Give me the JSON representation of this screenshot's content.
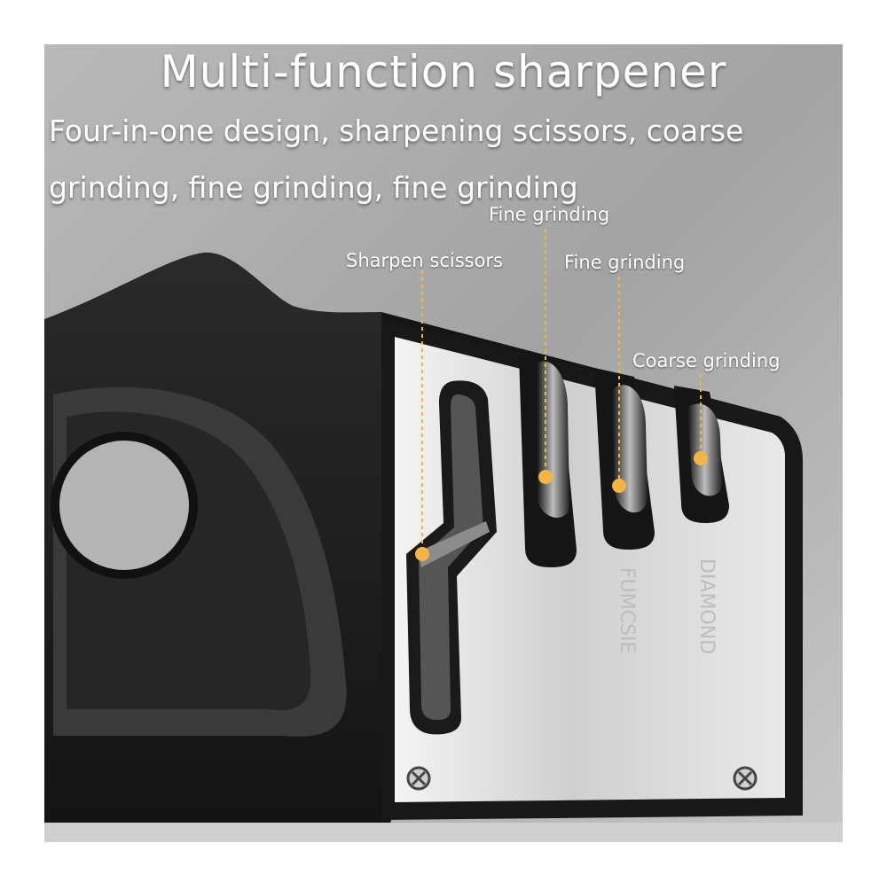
{
  "heading": {
    "title": "Multi-function sharpener",
    "subtitle": "Four-in-one design, sharpening scissors, coarse grinding, fine grinding, fine grinding"
  },
  "callouts": [
    {
      "label": "Sharpen scissors"
    },
    {
      "label": "Fine grinding"
    },
    {
      "label": "Fine grinding"
    },
    {
      "label": "Coarse grinding"
    }
  ],
  "plate_marks": [
    "FUMCSIE",
    "DIAMOND"
  ],
  "colors": {
    "background": "#a9a9a9",
    "body": "#1c1c1c",
    "steel": "#dcdcdc",
    "marker": "#f4b544",
    "text": "#ffffff"
  }
}
